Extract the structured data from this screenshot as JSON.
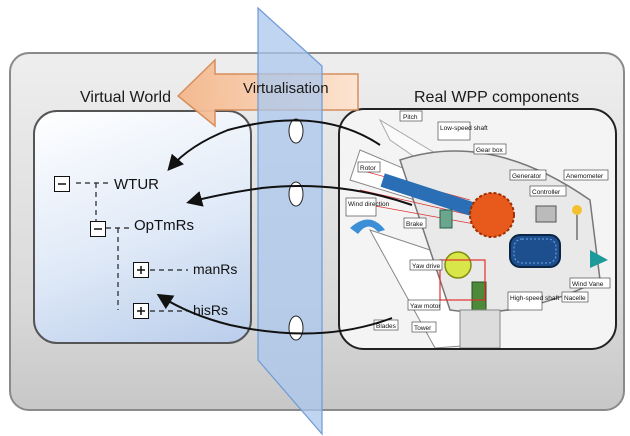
{
  "labels": {
    "virtual_world": "Virtual World",
    "virtualisation": "Virtualisation",
    "real_wpp": "Real WPP components"
  },
  "tree": {
    "wtur": "WTUR",
    "optmrs": "OpTmRs",
    "manrs": "manRs",
    "hisrs": "hisRs"
  },
  "components": {
    "pitch": "Pitch",
    "low_speed_shaft": "Low-speed shaft",
    "rotor": "Rotor",
    "gear_box": "Gear box",
    "generator": "Generator",
    "controller": "Controller",
    "anemometer": "Anemometer",
    "wind_direction": "Wind direction",
    "brake": "Brake",
    "yaw_drive": "Yaw drive",
    "yaw_motor": "Yaw motor",
    "high_speed_shaft": "High-speed shaft",
    "nacelle": "Nacelle",
    "wind_vane": "Wind Vane",
    "blades": "Blades",
    "tower": "Tower"
  },
  "colors": {
    "arrow_fill": "#f7c9a6",
    "glass_plane": "#a9c7ee",
    "panel_blue": "#c8d8f0"
  }
}
